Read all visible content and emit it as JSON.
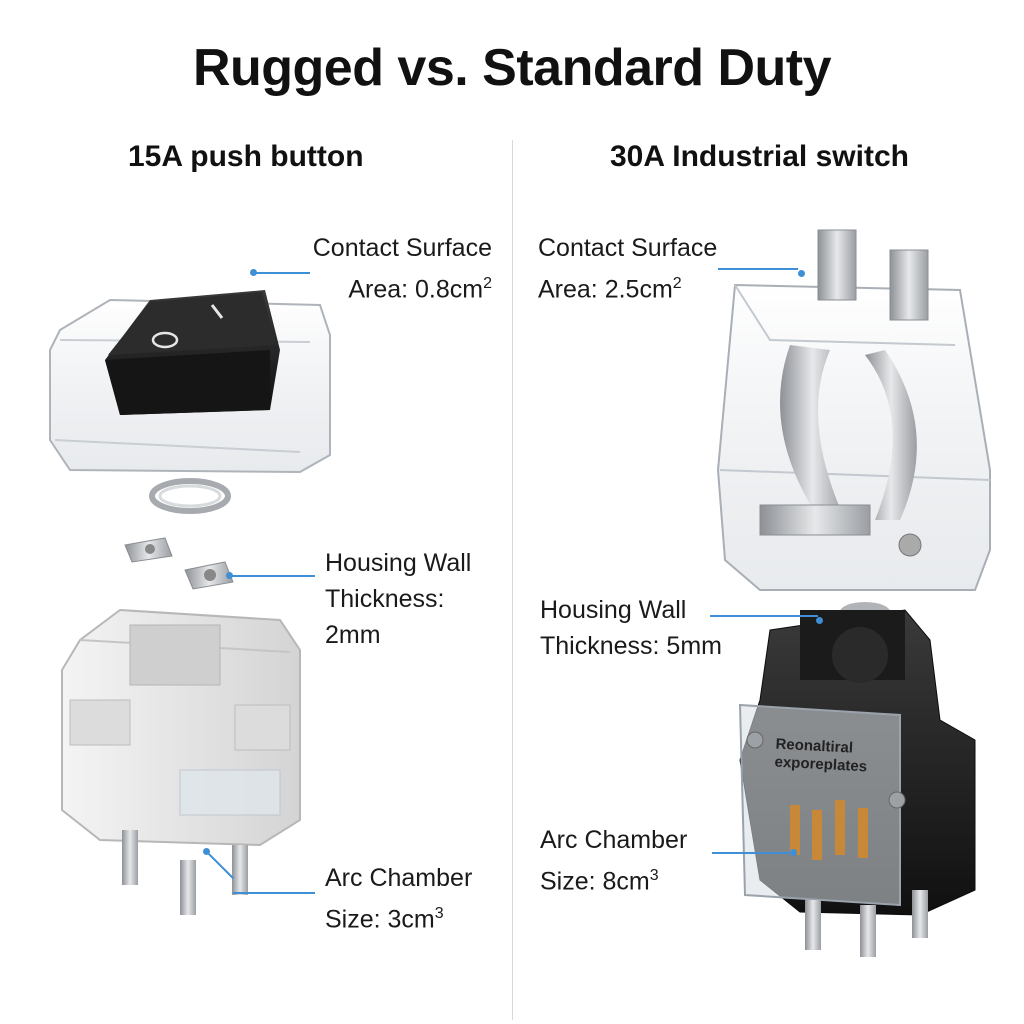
{
  "title": "Rugged vs. Standard Duty",
  "left": {
    "heading": "15A push button",
    "rocker_symbols": {
      "off": "O",
      "on": "|"
    },
    "contact": {
      "line1": "Contact Surface",
      "line2": "Area: 0.8cm",
      "unit_exp": "2"
    },
    "wall": {
      "line1": "Housing Wall",
      "line2": "Thickness:",
      "line3": "2mm"
    },
    "arc": {
      "line1": "Arc Chamber",
      "line2": "Size: 3cm",
      "unit_exp": "3"
    }
  },
  "right": {
    "heading": "30A Industrial switch",
    "contact": {
      "line1": "Contact Surface",
      "line2": "Area: 2.5cm",
      "unit_exp": "2"
    },
    "wall": {
      "line1": "Housing Wall",
      "line2": "Thickness: 5mm"
    },
    "arc": {
      "line1": "Arc Chamber",
      "line2": "Size: 8cm",
      "unit_exp": "3"
    },
    "plate_text": [
      "Reonaltiral",
      "exporeplates"
    ]
  },
  "colors": {
    "leader": "#3f8fd6",
    "housing_light": "#e8e8e8",
    "housing_dark": "#1f1f1f",
    "metal": "#b9bcc0"
  }
}
